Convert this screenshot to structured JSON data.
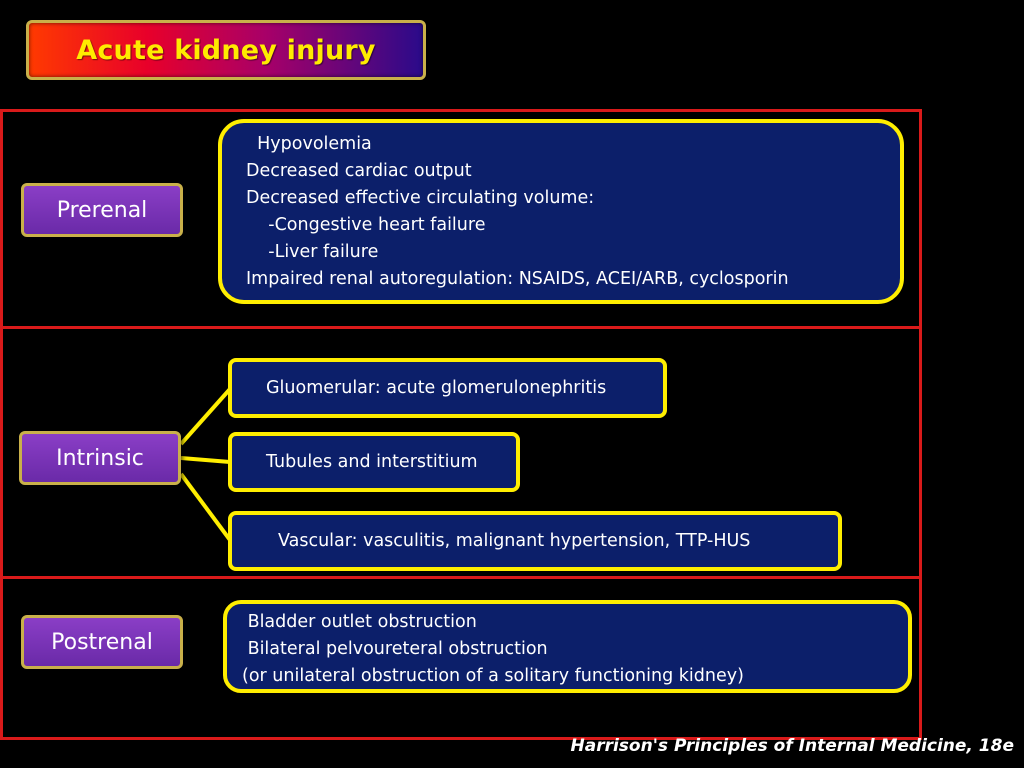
{
  "title": "Acute kidney injury",
  "categories": {
    "prerenal": "Prerenal",
    "intrinsic": "Intrinsic",
    "postrenal": "Postrenal"
  },
  "prerenal_causes": [
    "  Hypovolemia",
    "Decreased cardiac output",
    "Decreased effective circulating volume:",
    "    -Congestive heart failure",
    "    -Liver failure",
    "Impaired renal autoregulation: NSAIDS, ACEI/ARB, cyclosporin"
  ],
  "intrinsic_causes": {
    "glomerular": "Gluomerular: acute glomerulonephritis",
    "tubules": "Tubules and interstitium",
    "vascular": "Vascular: vasculitis, malignant hypertension, TTP-HUS"
  },
  "postrenal_causes": [
    " Bladder outlet obstruction",
    " Bilateral pelvoureteral obstruction",
    "(or unilateral obstruction of a solitary functioning kidney)"
  ],
  "citation": "Harrison's Principles of Internal Medicine, 18e",
  "colors": {
    "background": "#000000",
    "section_border": "#d91a1a",
    "box_fill": "#0c1f6a",
    "box_border": "#ffee00",
    "label_fill": "#7a34b8",
    "title_text": "#ffeb00"
  }
}
